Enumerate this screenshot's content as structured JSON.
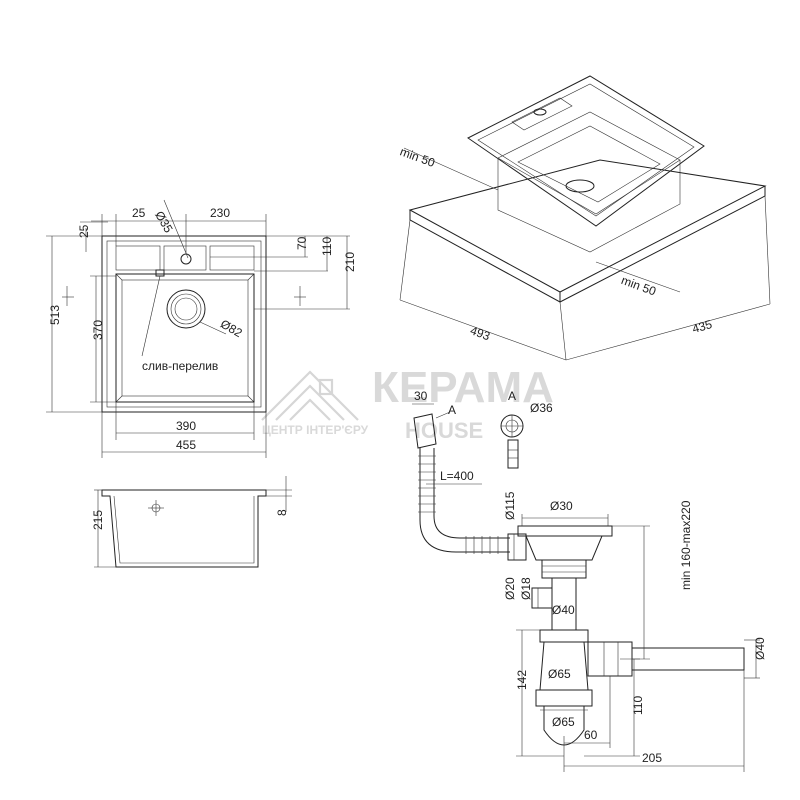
{
  "watermark": {
    "brand": "КЕРАМА",
    "sub_left": "ЦЕНТР ІНТЕР'ЄРУ",
    "sub_right": "HOUSE"
  },
  "top_view": {
    "dim_width_outer": "455",
    "dim_width_inner": "390",
    "dim_height_outer": "513",
    "dim_height_inner": "370",
    "dim_top_25_v": "25",
    "dim_top_25_h": "25",
    "dim_hole_diameter": "Ø35",
    "dim_230": "230",
    "dim_70": "70",
    "dim_110": "110",
    "dim_210": "210",
    "dim_drain_diameter": "Ø82",
    "overflow_label": "слив-перелив"
  },
  "section_view": {
    "dim_depth": "215",
    "dim_rim": "8"
  },
  "iso_view": {
    "dim_min50_left": "min 50",
    "dim_min50_right": "min 50",
    "dim_493": "493",
    "dim_435": "435"
  },
  "siphon": {
    "dim_30_top": "30",
    "label_a1": "A",
    "label_a2": "A",
    "dim_36": "Ø36",
    "hose_length": "L=400",
    "dim_115": "Ø115",
    "dim_30_neck": "Ø30",
    "dim_20": "Ø20",
    "dim_18": "Ø18",
    "dim_40_mid": "Ø40",
    "dim_height_range": "min 160-max220",
    "dim_40_outlet": "Ø40",
    "dim_65_upper": "Ø65",
    "dim_65_lower": "Ø65",
    "dim_142": "142",
    "dim_110": "110",
    "dim_60": "60",
    "dim_205": "205"
  }
}
